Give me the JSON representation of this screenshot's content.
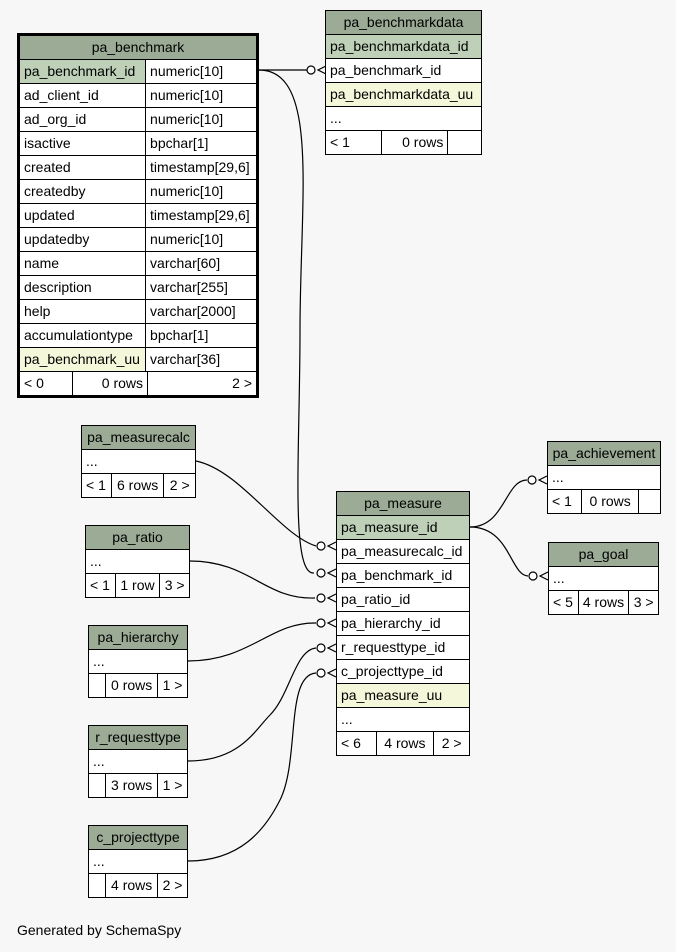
{
  "tables": {
    "pa_benchmark": {
      "name": "pa_benchmark",
      "columns": [
        {
          "name": "pa_benchmark_id",
          "type": "numeric[10]"
        },
        {
          "name": "ad_client_id",
          "type": "numeric[10]"
        },
        {
          "name": "ad_org_id",
          "type": "numeric[10]"
        },
        {
          "name": "isactive",
          "type": "bpchar[1]"
        },
        {
          "name": "created",
          "type": "timestamp[29,6]"
        },
        {
          "name": "createdby",
          "type": "numeric[10]"
        },
        {
          "name": "updated",
          "type": "timestamp[29,6]"
        },
        {
          "name": "updatedby",
          "type": "numeric[10]"
        },
        {
          "name": "name",
          "type": "varchar[60]"
        },
        {
          "name": "description",
          "type": "varchar[255]"
        },
        {
          "name": "help",
          "type": "varchar[2000]"
        },
        {
          "name": "accumulationtype",
          "type": "bpchar[1]"
        },
        {
          "name": "pa_benchmark_uu",
          "type": "varchar[36]"
        }
      ],
      "footer": {
        "parents": "< 0",
        "rows": "0 rows",
        "children": "2 >"
      }
    },
    "pa_benchmarkdata": {
      "name": "pa_benchmarkdata",
      "columns": [
        "pa_benchmarkdata_id",
        "pa_benchmark_id",
        "pa_benchmarkdata_uu",
        "..."
      ],
      "footer": {
        "parents": "< 1",
        "rows": "0 rows",
        "children": ""
      }
    },
    "pa_measurecalc": {
      "name": "pa_measurecalc",
      "columns": [
        "..."
      ],
      "footer": {
        "parents": "< 1",
        "rows": "6 rows",
        "children": "2 >"
      }
    },
    "pa_ratio": {
      "name": "pa_ratio",
      "columns": [
        "..."
      ],
      "footer": {
        "parents": "< 1",
        "rows": "1 row",
        "children": "3 >"
      }
    },
    "pa_hierarchy": {
      "name": "pa_hierarchy",
      "columns": [
        "..."
      ],
      "footer": {
        "parents": "",
        "rows": "0 rows",
        "children": "1 >"
      }
    },
    "r_requesttype": {
      "name": "r_requesttype",
      "columns": [
        "..."
      ],
      "footer": {
        "parents": "",
        "rows": "3 rows",
        "children": "1 >"
      }
    },
    "c_projecttype": {
      "name": "c_projecttype",
      "columns": [
        "..."
      ],
      "footer": {
        "parents": "",
        "rows": "4 rows",
        "children": "2 >"
      }
    },
    "pa_measure": {
      "name": "pa_measure",
      "columns": [
        "pa_measure_id",
        "pa_measurecalc_id",
        "pa_benchmark_id",
        "pa_ratio_id",
        "pa_hierarchy_id",
        "r_requesttype_id",
        "c_projecttype_id",
        "pa_measure_uu",
        "..."
      ],
      "footer": {
        "parents": "< 6",
        "rows": "4 rows",
        "children": "2 >"
      }
    },
    "pa_achievement": {
      "name": "pa_achievement",
      "columns": [
        "..."
      ],
      "footer": {
        "parents": "< 1",
        "rows": "0 rows",
        "children": ""
      }
    },
    "pa_goal": {
      "name": "pa_goal",
      "columns": [
        "..."
      ],
      "footer": {
        "parents": "< 5",
        "rows": "4 rows",
        "children": "3 >"
      }
    }
  },
  "footer_text": "Generated by SchemaSpy",
  "colors": {
    "header": "#9bab96",
    "primary_key": "#bed1b8",
    "uuid_column": "#f4f7da",
    "background": "#f7f7f7"
  }
}
